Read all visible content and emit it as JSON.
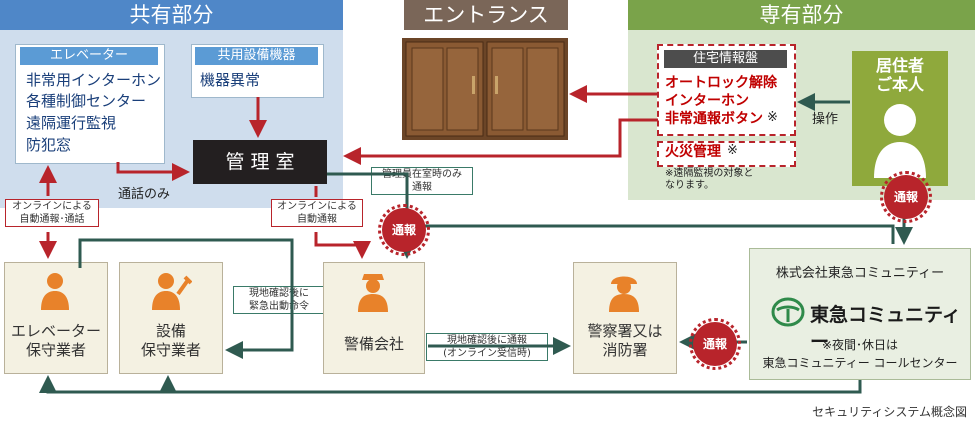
{
  "shared": {
    "header": "共有部分",
    "elevator": {
      "title": "エレベーター",
      "items": [
        "非常用インターホン",
        "各種制御センター",
        "遠隔運行監視",
        "防犯窓"
      ]
    },
    "equipment": {
      "title": "共用設備機器",
      "items": [
        "機器異常"
      ]
    },
    "office": "管 理 室",
    "call_only": "通話のみ"
  },
  "entrance": {
    "header": "エントランス"
  },
  "private": {
    "header": "専有部分",
    "panel_title": "住宅情報盤",
    "panel_items": [
      "オートロック解除",
      "インターホン",
      "非常通報ボタン"
    ],
    "panel_mark": "※",
    "fire": "火災管理",
    "fire_mark": "※",
    "note": "※遠隔監視の対象と\nなります。",
    "resident": "居住者\nご本人",
    "operation": "操作"
  },
  "tags": {
    "elevator_auto": "オンラインによる\n自動通報･通話",
    "office_auto": "オンラインによる\n自動通報",
    "manager_present": "管理員在室時のみ\n通報",
    "dispatch": "現地確認後に\n緊急出動命令",
    "online": "現地確認後に通報\n(オンライン受信時)"
  },
  "bubbles": {
    "b1": "通報",
    "b2": "通報",
    "b3": "通報"
  },
  "nodes": {
    "elevator_maint": "エレベーター\n保守業者",
    "equipment_maint": "設備\n保守業者",
    "security": "警備会社",
    "police": "警察署又は\n消防署"
  },
  "company": {
    "name": "株式会社東急コミュニティー",
    "logo_text": "東急コミュニティー",
    "note1": "※夜間･休日は",
    "note2": "東急コミュニティー コールセンター"
  },
  "caption": "セキュリティシステム概念図",
  "colors": {
    "blue_bg": "#cfdded",
    "green_bg": "#d9e6cf",
    "red": "#b8242b",
    "teal": "#2f5a50",
    "node_bg": "#f4f1e2",
    "person": "#e8822a",
    "olive": "#8fa93c"
  }
}
